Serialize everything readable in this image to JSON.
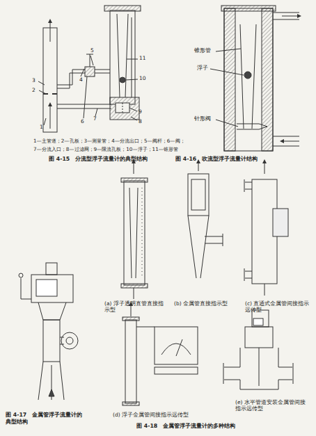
{
  "diagram": {
    "labels": [
      "1—主管道；2—孔板；3—测量管；4—分流出口；5—阀杆；6—阀；",
      "7—分流入口；8—过滤网；9—限流孔板；10—浮子；11—锥形管",
      "图 4-15　分流型浮子流量计的典型结构",
      "1",
      "2",
      "3",
      "4",
      "5",
      "6",
      "7",
      "8",
      "9",
      "10",
      "11",
      "锥形管",
      "浮子",
      "针形阀",
      "图 4-16　吹流型浮子流量计结构",
      "(a) 浮子透明直管直接指示型",
      "(b) 金属管直接指示型",
      "(c) 直通式金属管间接指示远传型",
      "(d) 浮子金属管间接指示远传型",
      "(e) 水平管道安装金属管间接指示远传型",
      "图 4-17　金属管浮子流量计的典型结构",
      "图 4-18　金属管浮子流量计的多种结构"
    ]
  }
}
